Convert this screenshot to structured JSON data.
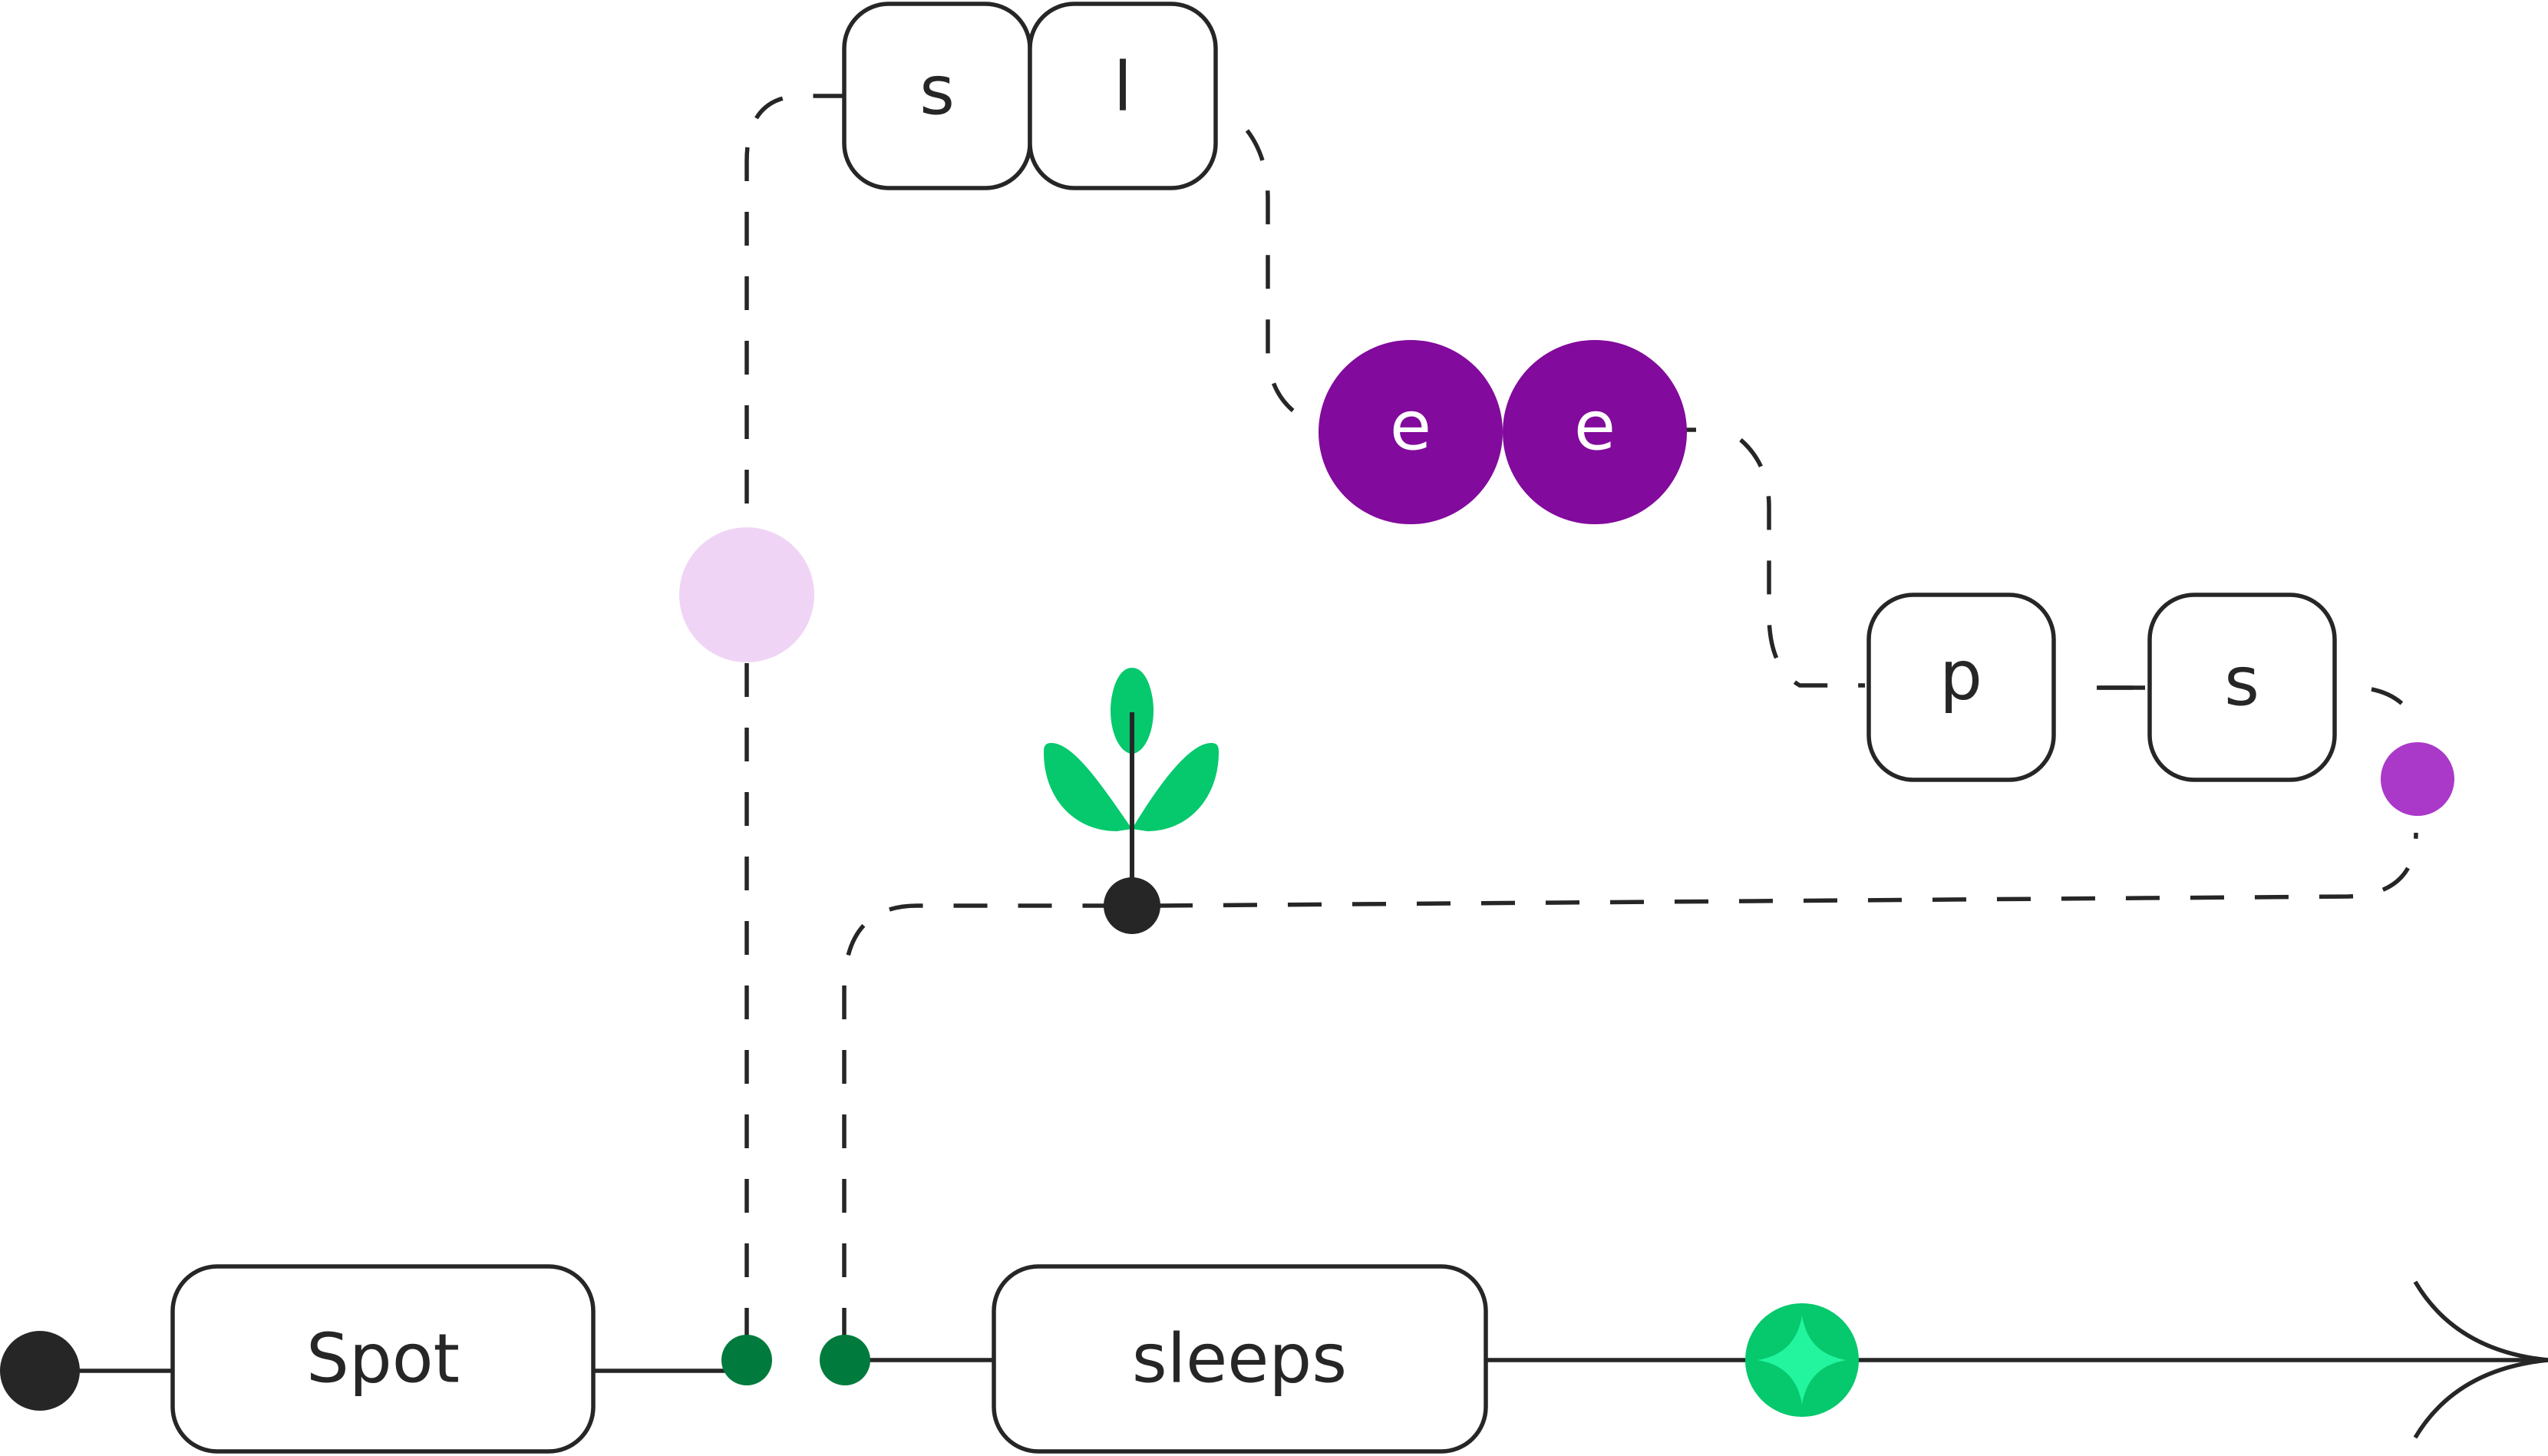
{
  "diagram": {
    "type": "railroad",
    "main_tokens": [
      {
        "text": "Spot"
      },
      {
        "text": "sleeps"
      }
    ],
    "branch_tokens": [
      {
        "text": "s",
        "shape": "box"
      },
      {
        "text": "l",
        "shape": "box"
      },
      {
        "text": "e",
        "shape": "circle"
      },
      {
        "text": "e",
        "shape": "circle"
      },
      {
        "text": "p",
        "shape": "box"
      },
      {
        "text": "s",
        "shape": "box"
      }
    ],
    "colors": {
      "ink": "#262626",
      "purple_token": "#820a9c",
      "light_pink_dot": "#f0d4f5",
      "violet_dot": "#aa39c9",
      "dark_green_dot": "#007a3d",
      "sprout_green": "#06c86d",
      "sparkle_light": "#22f59e"
    },
    "icons": [
      "sprout-icon",
      "sparkle-icon",
      "arrowhead-icon"
    ]
  }
}
